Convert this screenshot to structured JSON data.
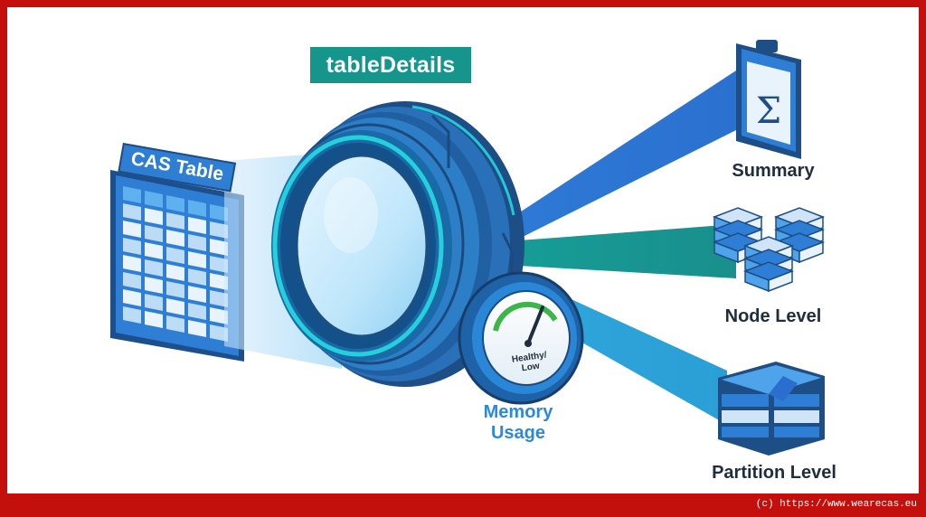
{
  "title": "tableDetails",
  "source_label": "CAS Table",
  "outputs": {
    "summary": "Summary",
    "node_level": "Node Level",
    "partition_level": "Partition Level"
  },
  "gauge": {
    "label": "Memory Usage",
    "reading": "Healthy/ Low"
  },
  "copyright": "(c) https://www.wearecas.eu",
  "icons": [
    "spreadsheet-icon",
    "ring-lens-icon",
    "gauge-icon",
    "clipboard-sigma-icon",
    "server-stack-icon",
    "partitioned-database-icon"
  ],
  "colors": {
    "frame": "#c4100c",
    "badge": "#15958c",
    "ring": "#1f6fb8",
    "ring_glow": "#22c8d8",
    "beam_summary": "#2e79d6",
    "beam_node": "#16a09a",
    "beam_partition": "#29a9df",
    "memory_text": "#2a8ad8"
  }
}
